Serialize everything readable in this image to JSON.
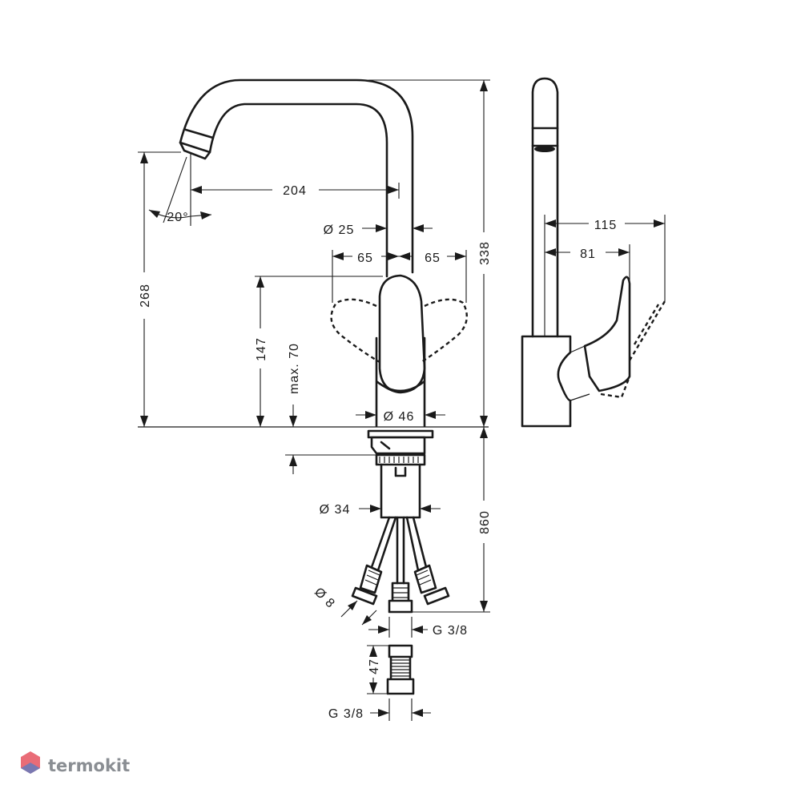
{
  "dimensions": {
    "spout_angle": "20°",
    "spout_reach": "204",
    "spout_tube_diameter": "Ø  25",
    "handle_swing_left": "65",
    "handle_swing_right": "65",
    "total_height": "338",
    "spout_outlet_height": "268",
    "handle_height": "147",
    "max_deck_thickness": "max. 70",
    "base_diameter": "Ø  46",
    "shank_diameter": "Ø  34",
    "hose_length": "860",
    "hose_diameter": "Ø 8",
    "hose_connection_thread": "G 3/8",
    "adapter_length": "47",
    "adapter_thread": "G 3/8",
    "side_depth_total": "115",
    "side_depth_handle": "81"
  },
  "watermark": {
    "brand": "termokit",
    "accent_color": "#e23b4a",
    "secondary_color": "#3d7fd1"
  }
}
